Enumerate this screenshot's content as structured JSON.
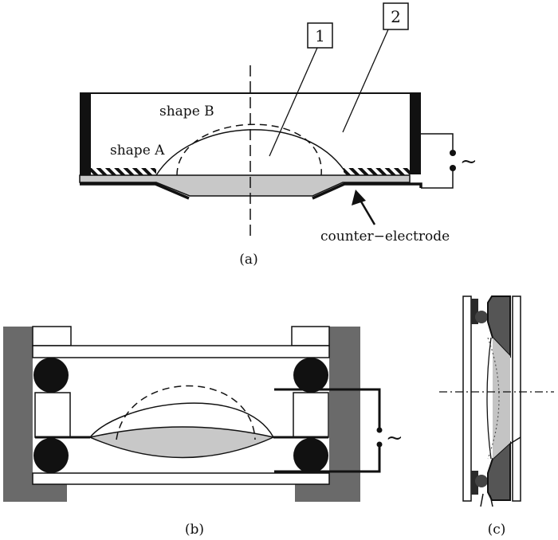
{
  "labels": {
    "box1": "1",
    "box2": "2",
    "shapeA": "shape A",
    "shapeB": "shape B",
    "counterElectrode": "counter−electrode",
    "acSymbolA": "~",
    "acSymbolB": "~",
    "captionA": "(a)",
    "captionB": "(b)",
    "captionC": "(c)"
  }
}
